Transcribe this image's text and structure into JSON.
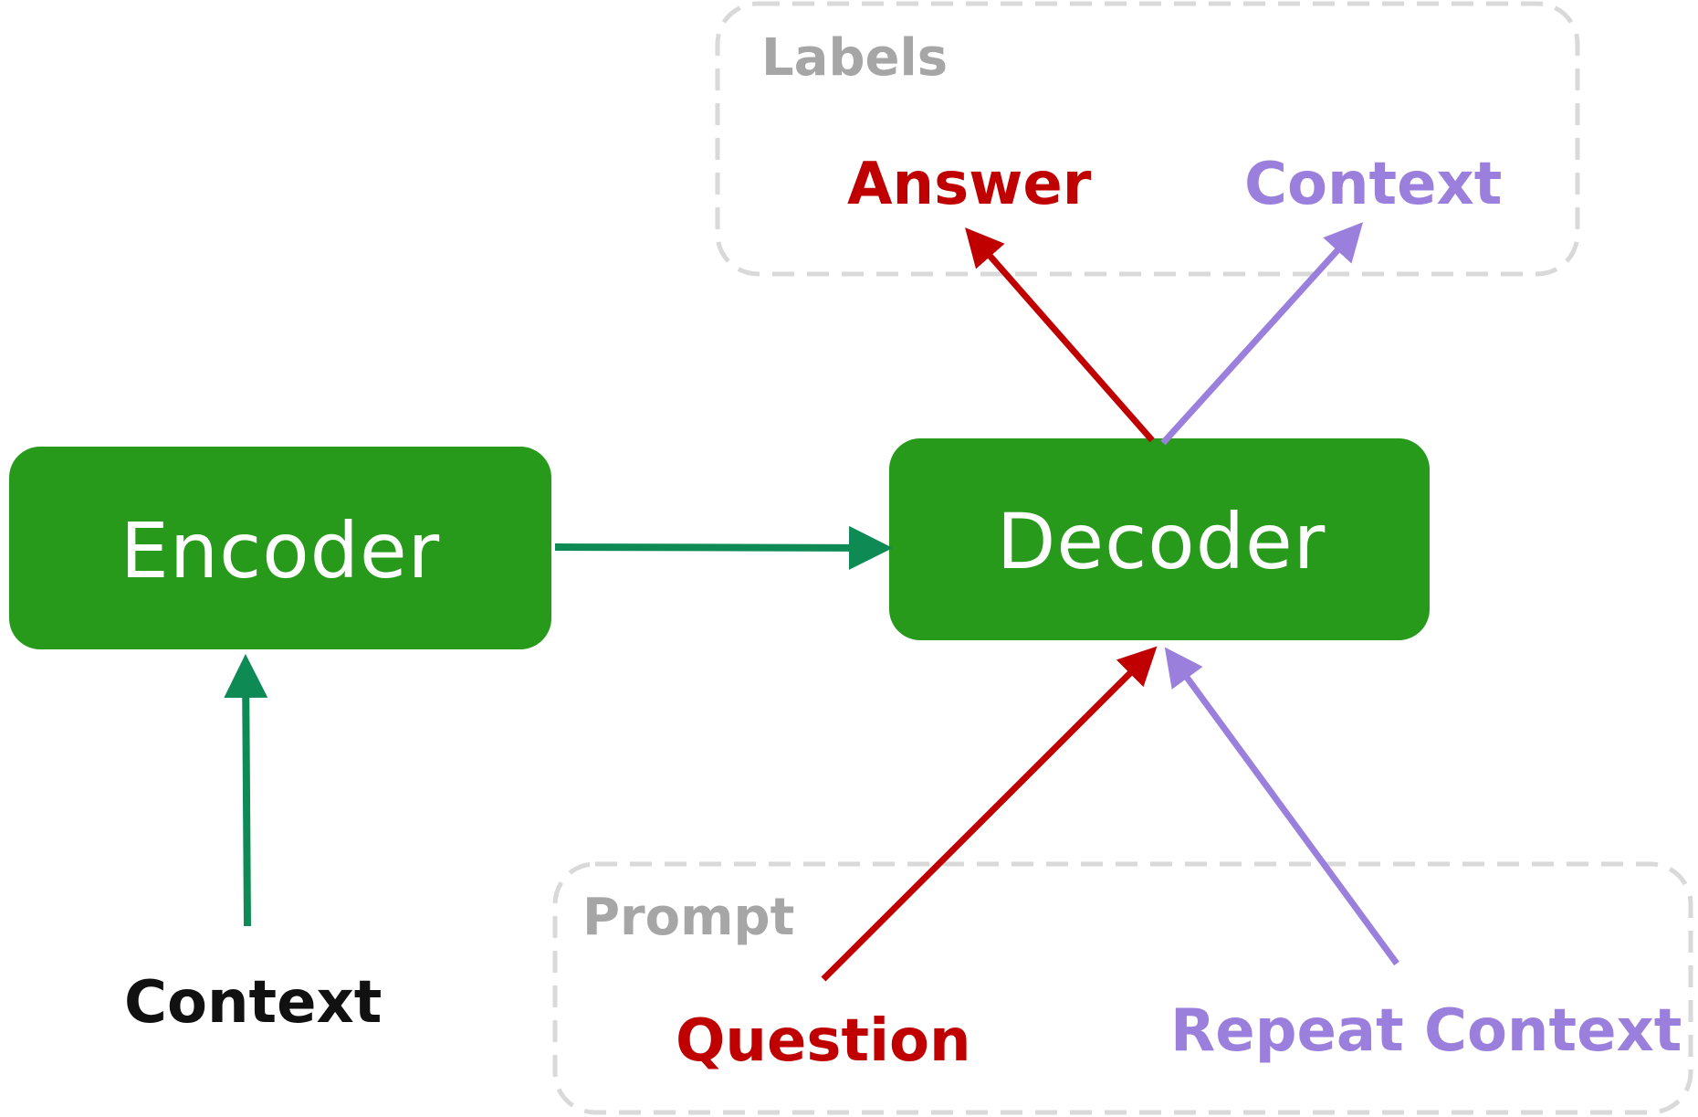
{
  "colors": {
    "block_fill": "#279a1b",
    "block_text": "#ffffff",
    "group_outline": "#d9d9d9",
    "group_title": "#a6a6a6",
    "answer_question": "#c00000",
    "context_purple": "#9b7fdc",
    "encoder_arrow": "#0e8a55",
    "context_input": "#111111"
  },
  "groups": {
    "labels": {
      "title": "Labels"
    },
    "prompt": {
      "title": "Prompt"
    }
  },
  "blocks": {
    "encoder": {
      "label": "Encoder"
    },
    "decoder": {
      "label": "Decoder"
    }
  },
  "tokens": {
    "answer": "Answer",
    "label_context": "Context",
    "encoder_context": "Context",
    "question": "Question",
    "repeat_context": "Repeat Context"
  }
}
